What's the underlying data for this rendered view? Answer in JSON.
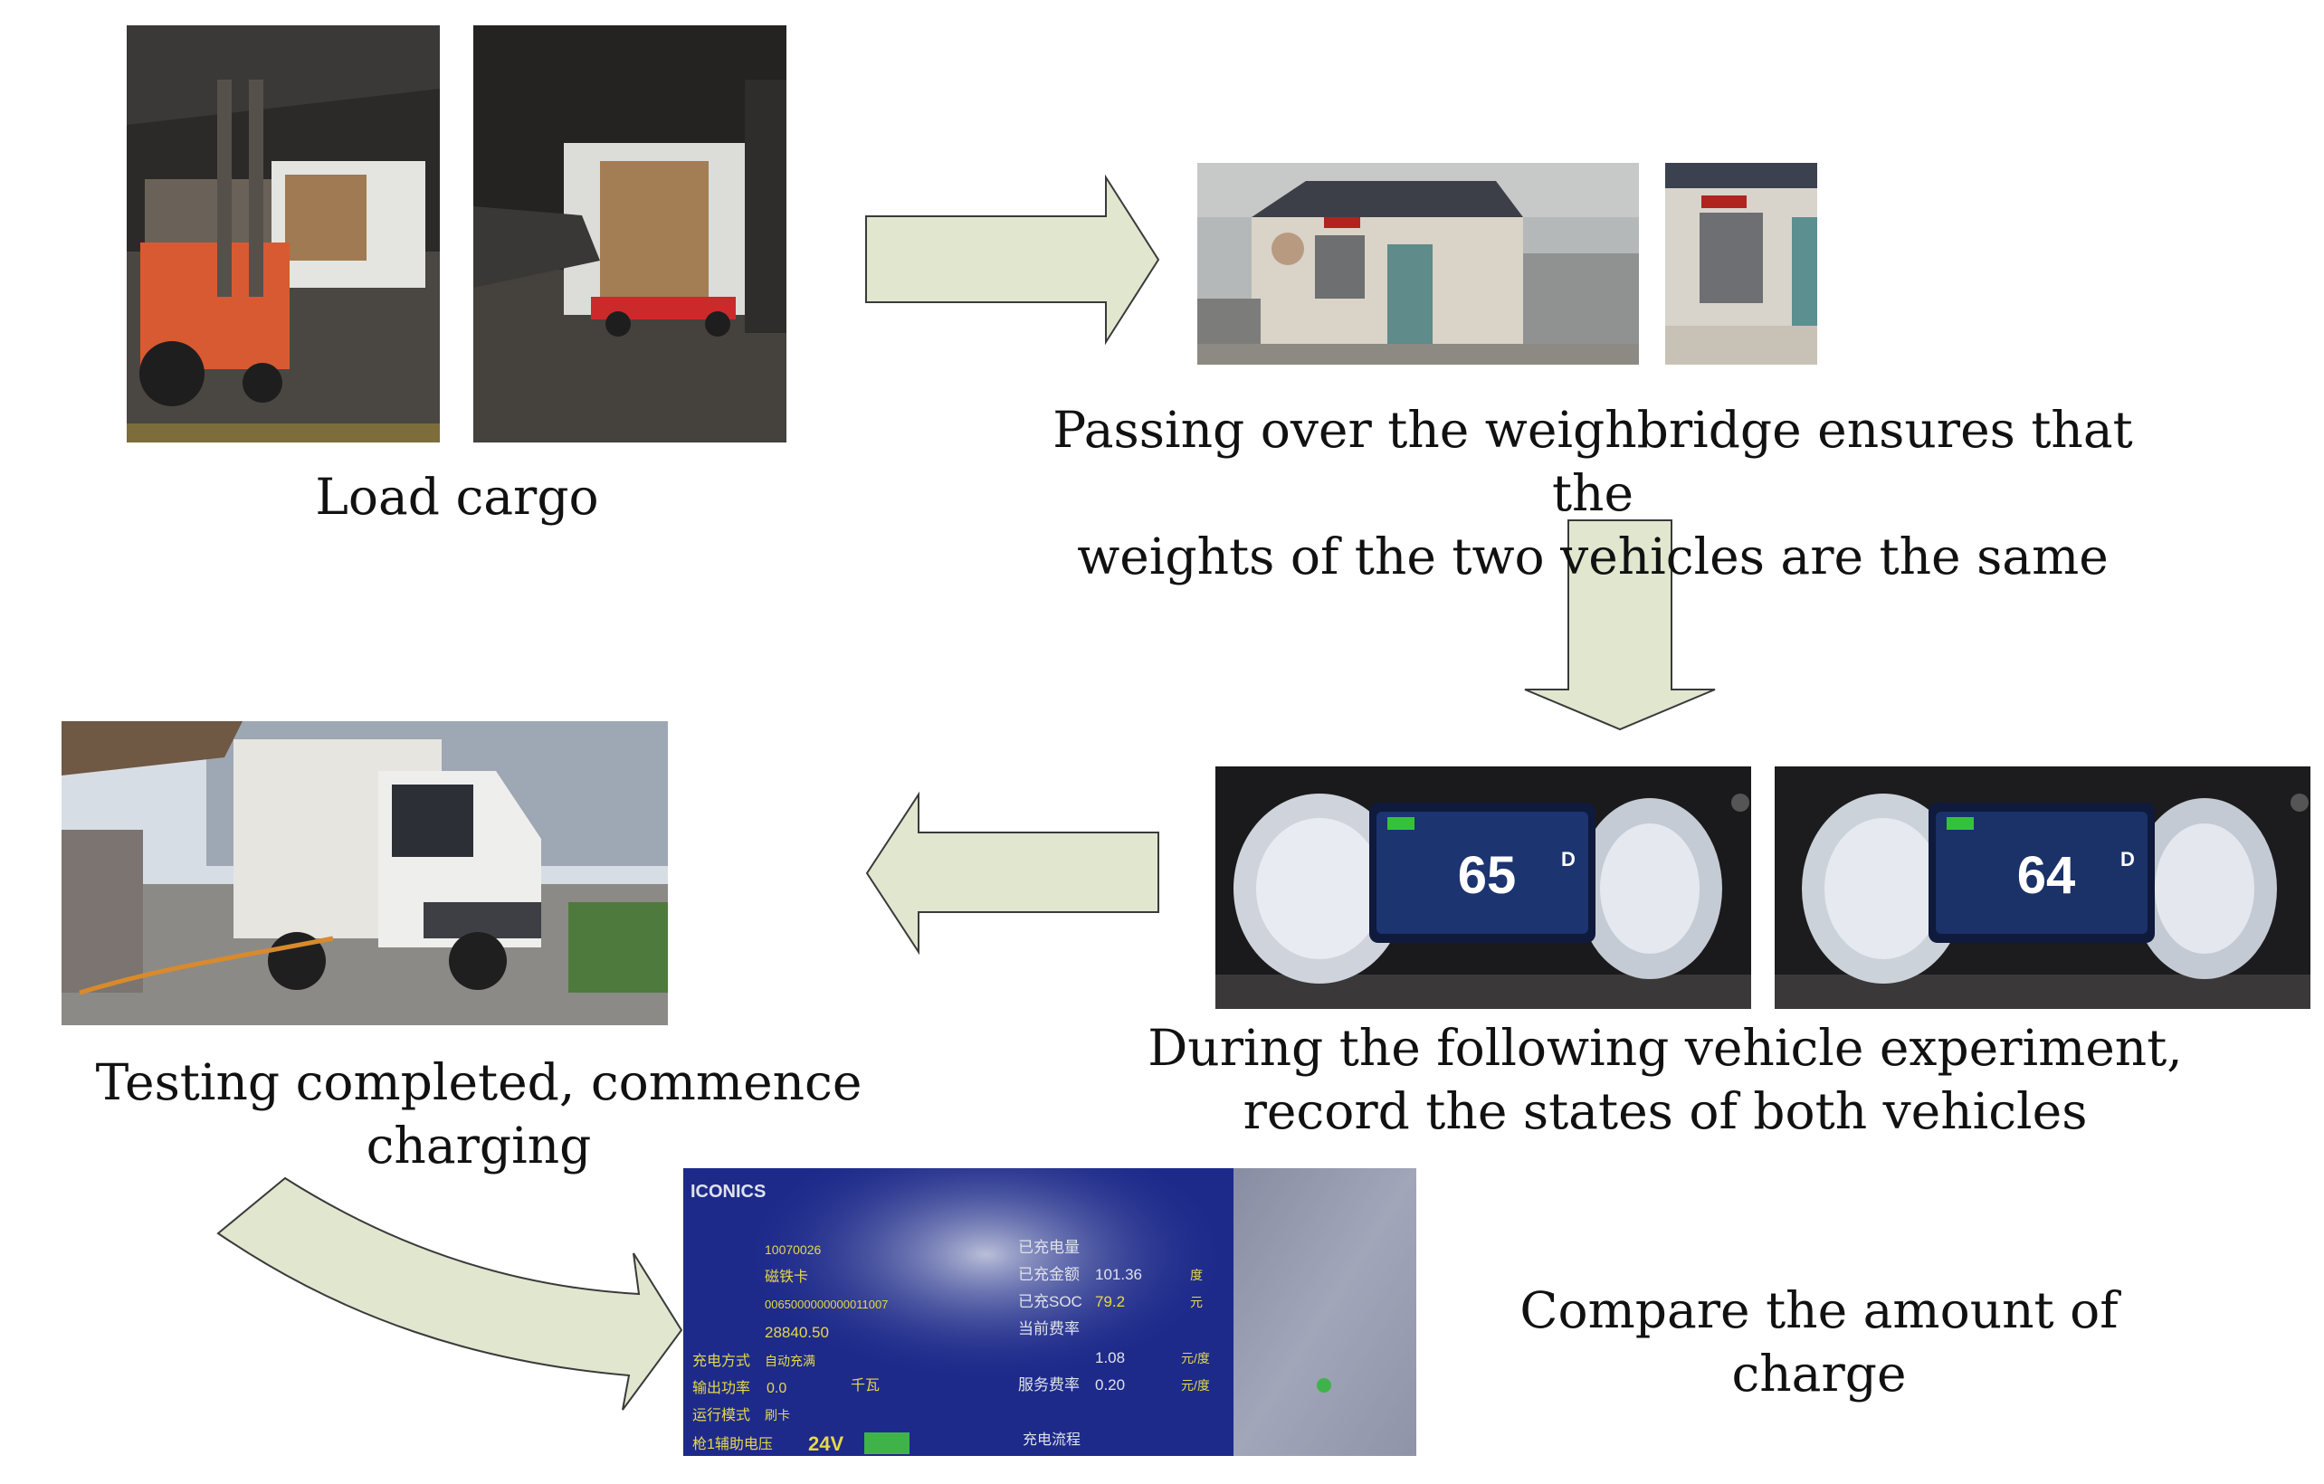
{
  "steps": [
    {
      "caption_lines": [
        "Load cargo"
      ]
    },
    {
      "caption_lines": [
        "Passing over the weighbridge ensures that the",
        "weights of the two vehicles are the same"
      ]
    },
    {
      "caption_lines": [
        "During the following vehicle experiment,",
        "record the states of both vehicles"
      ]
    },
    {
      "caption_lines": [
        "Testing completed, commence charging"
      ]
    },
    {
      "caption_lines": [
        "Compare the amount of charge"
      ]
    }
  ],
  "dashboards": {
    "speed_left": "65",
    "speed_right": "64",
    "gear": "D"
  },
  "charger_screen": {
    "brand": "ICONICS",
    "left_values": [
      "10070026",
      "磁铁卡",
      "0065000000000011007",
      "28840.50"
    ],
    "left_labels": [
      "充电方式",
      "输出功率",
      "运行模式",
      "枪1辅助电压"
    ],
    "left_extra": [
      "自动充满",
      "0.0",
      "刷卡",
      "24V"
    ],
    "power_unit": "千瓦",
    "right_labels": [
      "已充电量",
      "已充金额",
      "已充SOC",
      "当前费率",
      "服务费率"
    ],
    "right_values": [
      "79.2",
      "101.36",
      "",
      "1.08",
      "0.20"
    ],
    "right_units": [
      "度",
      "元",
      "",
      "元/度",
      "元/度"
    ],
    "bottom_label": "充电流程"
  },
  "colors": {
    "arrow_fill": "#e1e6cf",
    "arrow_stroke": "#3a3a3a",
    "charger_screen": "#1d2a8a"
  }
}
